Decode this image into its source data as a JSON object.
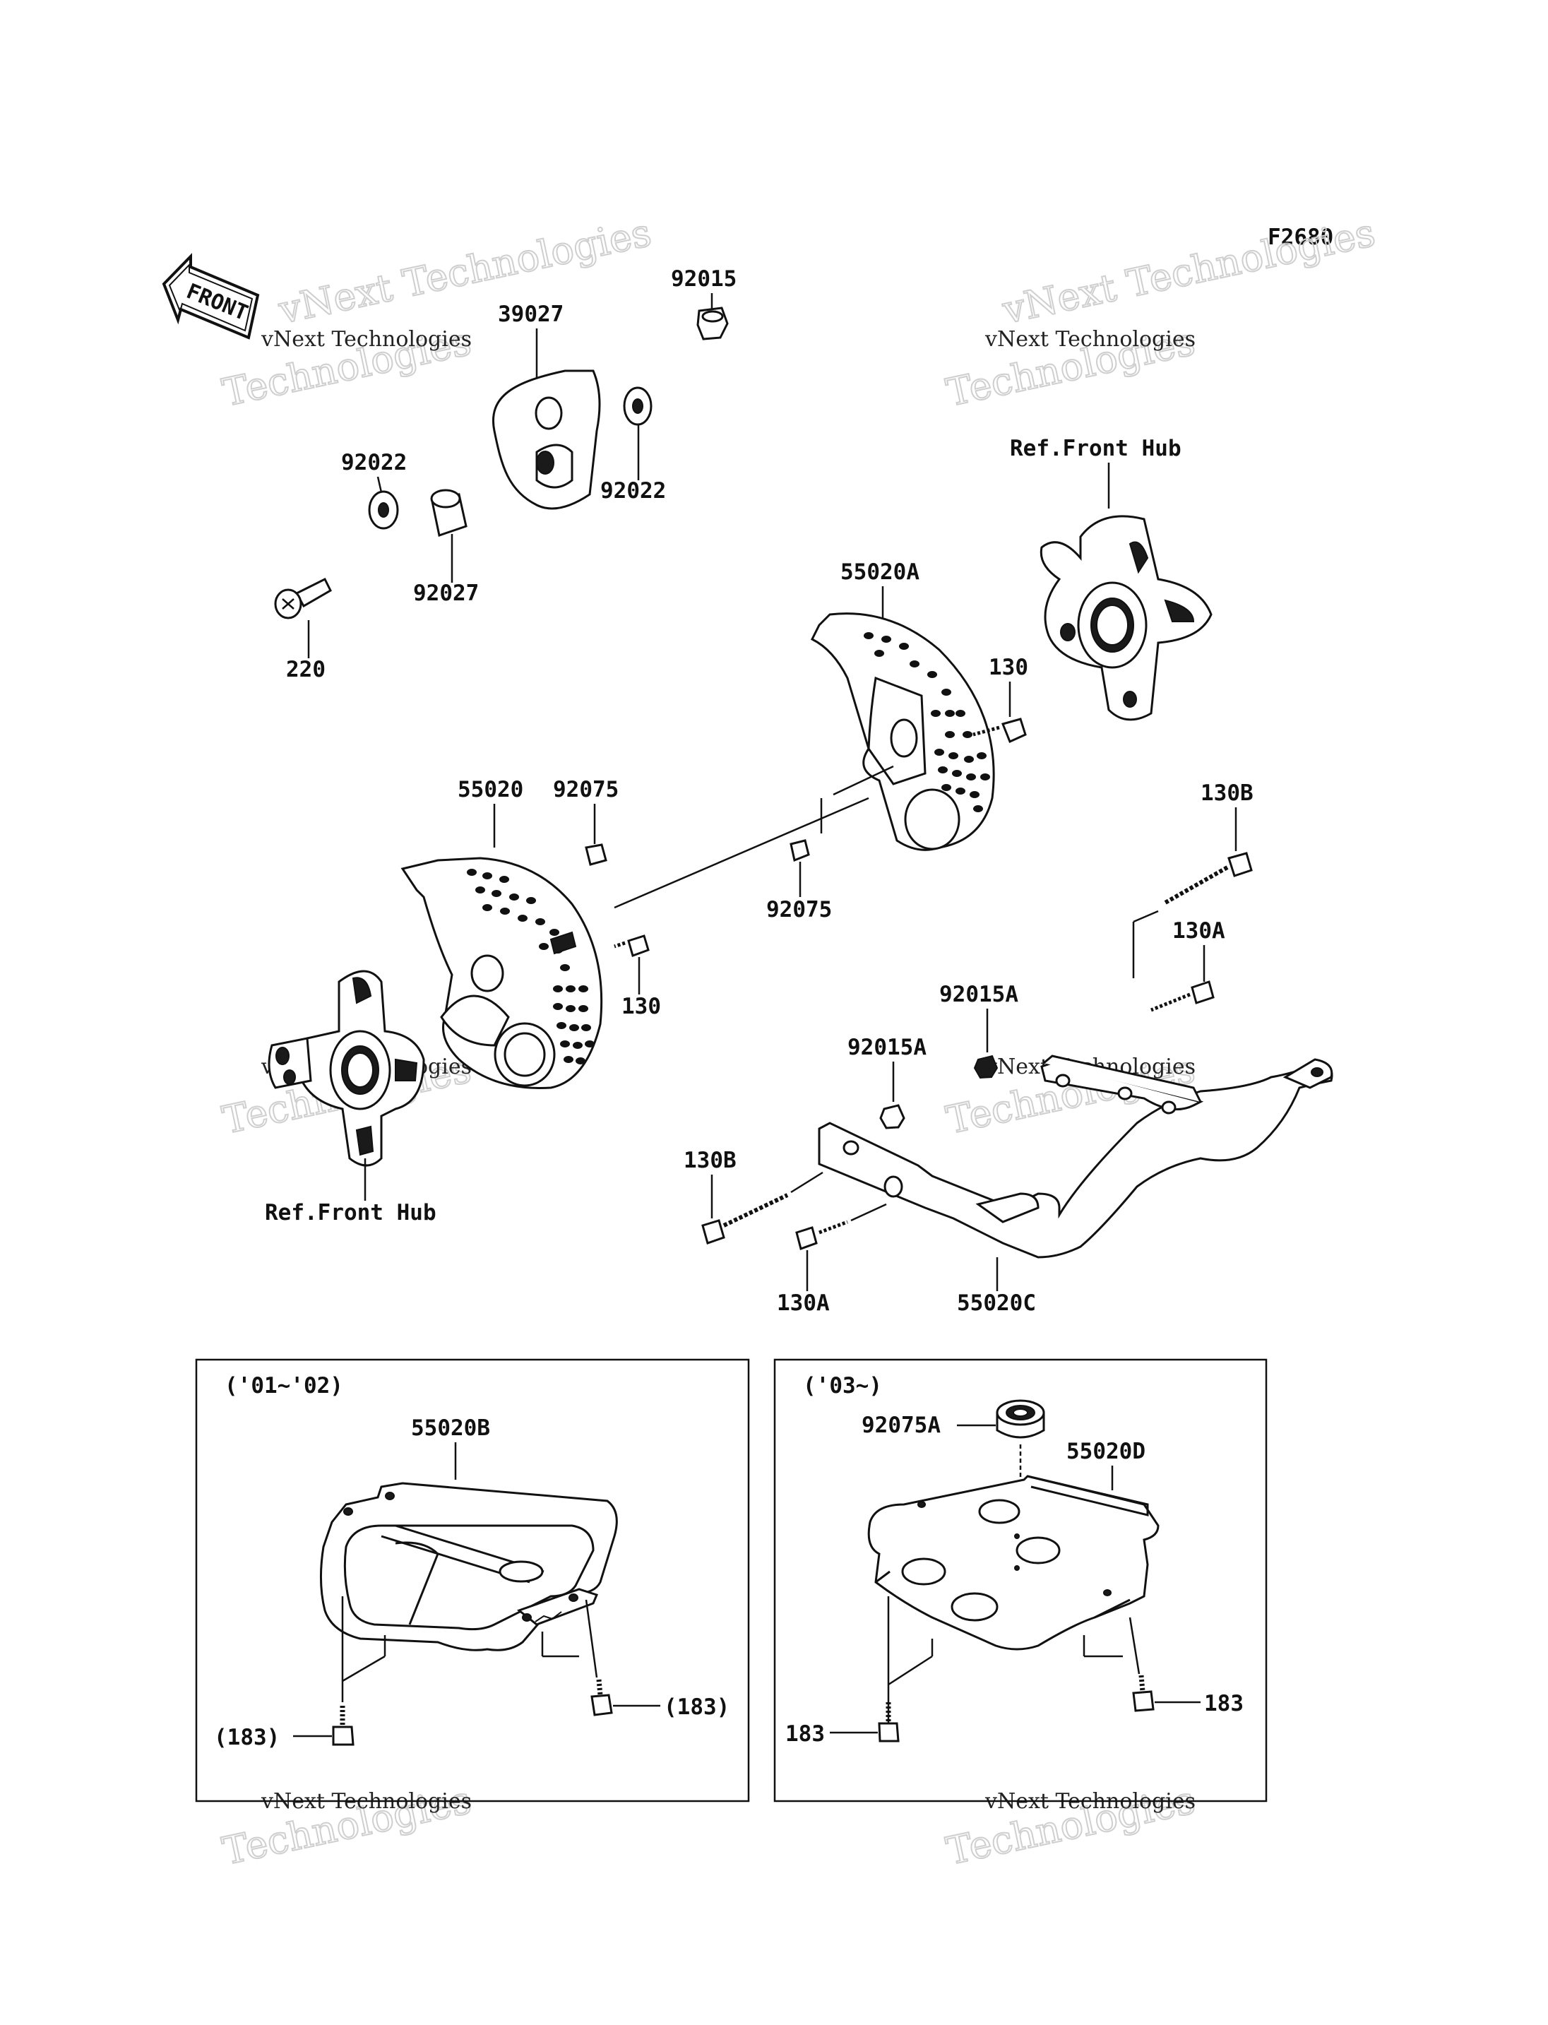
{
  "diagram": {
    "figure_code": "F2680",
    "front_arrow": "FRONT",
    "watermark": {
      "line1": "vNext Technologies",
      "line2": "Technologies"
    },
    "labels": {
      "p92015": "92015",
      "p39027": "39027",
      "p92022_a": "92022",
      "p92022_b": "92022",
      "p92027": "92027",
      "p220": "220",
      "ref_front_hub_top": "Ref.Front Hub",
      "p55020A": "55020A",
      "p130_top": "130",
      "p55020": "55020",
      "p92075_a": "92075",
      "p92075_b": "92075",
      "p130_mid": "130",
      "p130B_right": "130B",
      "p130A_right": "130A",
      "p92015A_right": "92015A",
      "p92015A_left": "92015A",
      "p130B_left": "130B",
      "p130A_left": "130A",
      "p55020C": "55020C",
      "ref_front_hub_bottom": "Ref.Front Hub"
    },
    "inset_left": {
      "years": "('01~'02)",
      "part": "55020B",
      "bolt_left": "(183)",
      "bolt_right": "(183)"
    },
    "inset_right": {
      "years": "('03~)",
      "part_bumper": "92075A",
      "part": "55020D",
      "bolt_left": "183",
      "bolt_right": "183"
    }
  }
}
